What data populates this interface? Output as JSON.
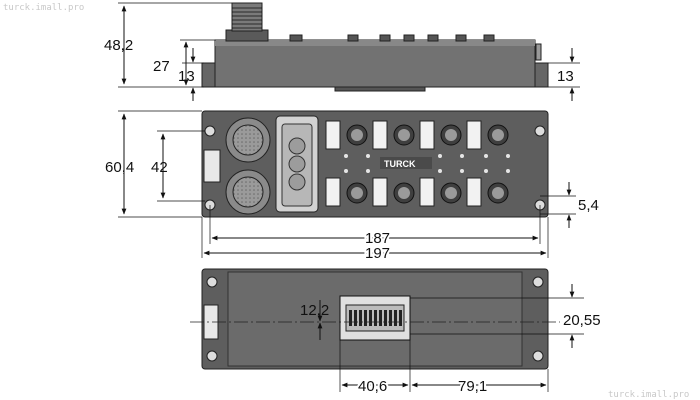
{
  "watermarks": {
    "top_left": "turck.imall.pro",
    "bottom_right": "turck.imall.pro"
  },
  "brand": "TURCK",
  "dimensions": {
    "total_height": "48,2",
    "body_height": "27",
    "foot_height_left": "13",
    "foot_height_right": "13",
    "overall_width_front": "60,4",
    "connector_spacing": "42",
    "hole_diameter": "5,4",
    "hole_spacing": "187",
    "overall_length": "197",
    "connector_offset_y": "12,2",
    "connector_width": "20,55",
    "connector_offset_x": "40,6",
    "connector_to_end": "79,1"
  }
}
